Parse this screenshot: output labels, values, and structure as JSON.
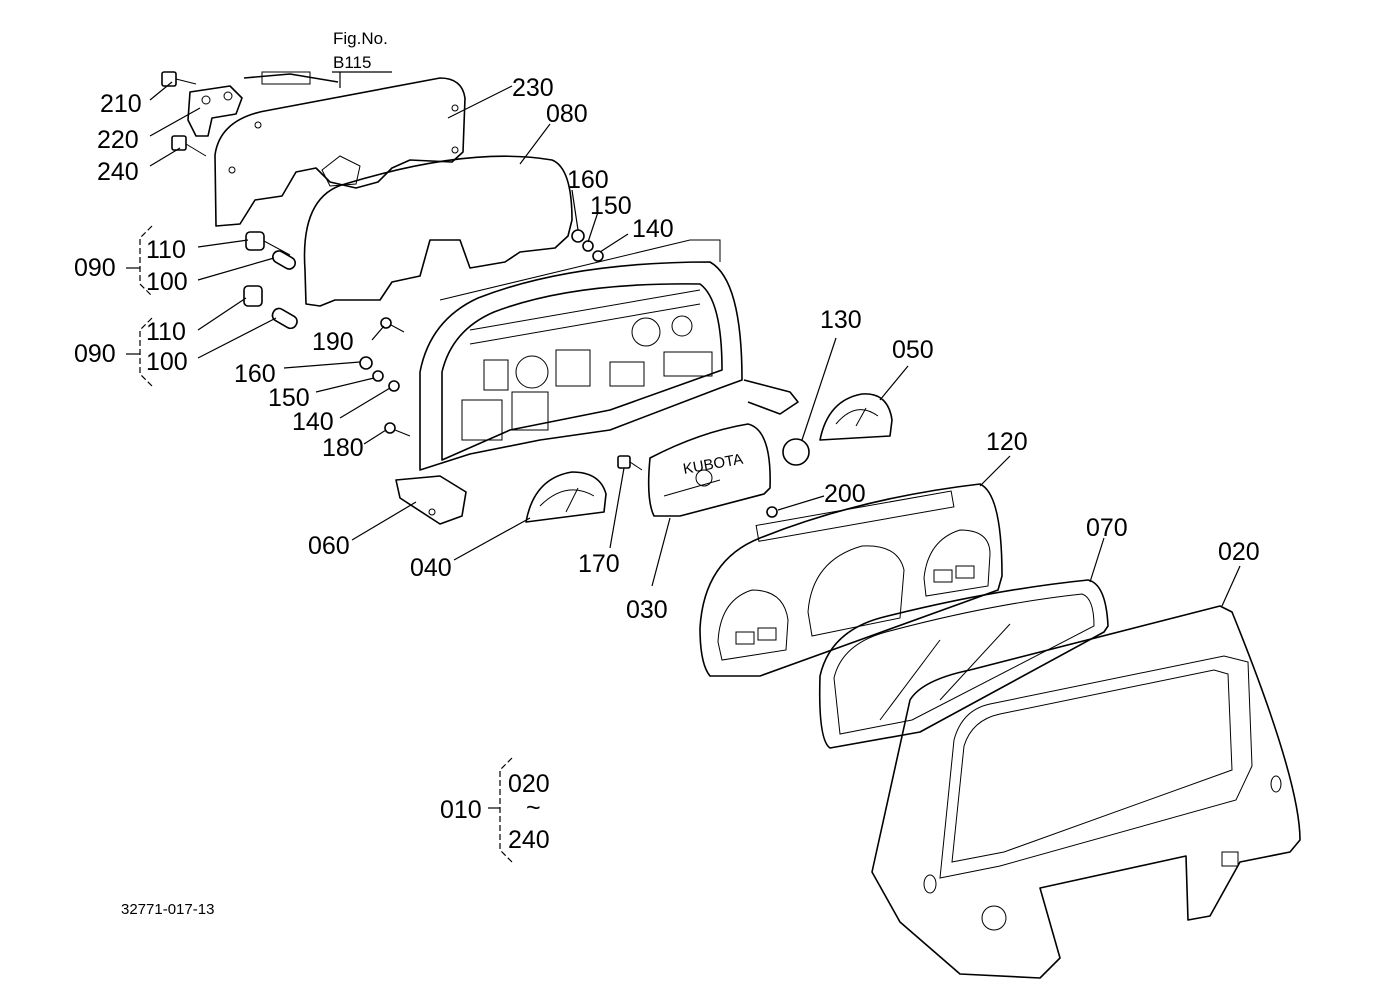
{
  "figure_ref": {
    "line1": "Fig.No.",
    "line2": "B115"
  },
  "drawing_number": "32771-017-13",
  "callouts": {
    "p210": "210",
    "p220": "220",
    "p240": "240",
    "p230": "230",
    "p080": "080",
    "p160a": "160",
    "p150a": "150",
    "p140a": "140",
    "p090a": "090",
    "p110a": "110",
    "p100a": "100",
    "p090b": "090",
    "p110b": "110",
    "p100b": "100",
    "p190": "190",
    "p160b": "160",
    "p150b": "150",
    "p140b": "140",
    "p180": "180",
    "p130": "130",
    "p050": "050",
    "p120": "120",
    "p200": "200",
    "p060": "060",
    "p040": "040",
    "p170": "170",
    "p030": "030",
    "p070": "070",
    "p020": "020"
  },
  "assembly": {
    "code": "010",
    "from": "020",
    "tilde": "~",
    "to": "240"
  },
  "gauge_face": {
    "brand": "KUBOTA"
  }
}
